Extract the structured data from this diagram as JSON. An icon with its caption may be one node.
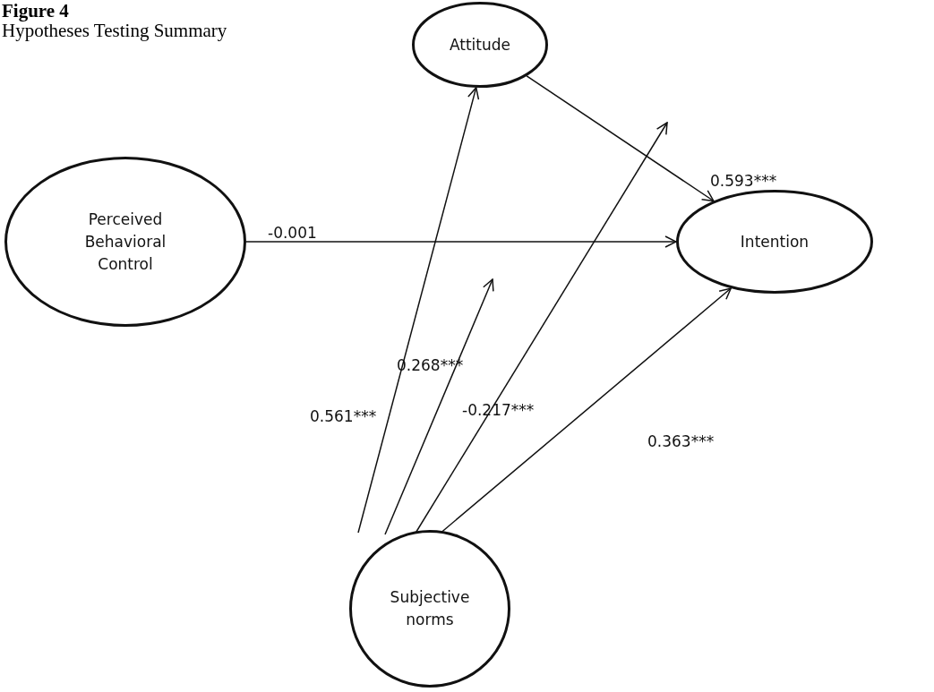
{
  "diagram": {
    "title": "Figure 4",
    "caption": "Hypotheses Testing Summary",
    "nodes": [
      {
        "text": [
          "Attitude"
        ]
      },
      {
        "text": [
          "Perceived Behavioral Control"
        ]
      },
      {
        "text": [
          "Intention"
        ]
      },
      {
        "text": [
          "Subjective norms"
        ]
      }
    ],
    "edges": [
      {
        "from": 0,
        "to": 2,
        "arrow": "to",
        "label": "0.593***"
      },
      {
        "from": 1,
        "to": 2,
        "arrow": "to",
        "label": "-0.001"
      },
      {
        "from": 3,
        "to": 0,
        "arrow": "to",
        "label": "0.561***"
      },
      {
        "from": 3,
        "to": null,
        "arrow": "to",
        "label": "0.268***"
      },
      {
        "from": 3,
        "to": null,
        "arrow": "to",
        "label": "-0.217***"
      },
      {
        "from": 3,
        "to": 2,
        "arrow": "to",
        "label": "0.363***"
      }
    ]
  }
}
